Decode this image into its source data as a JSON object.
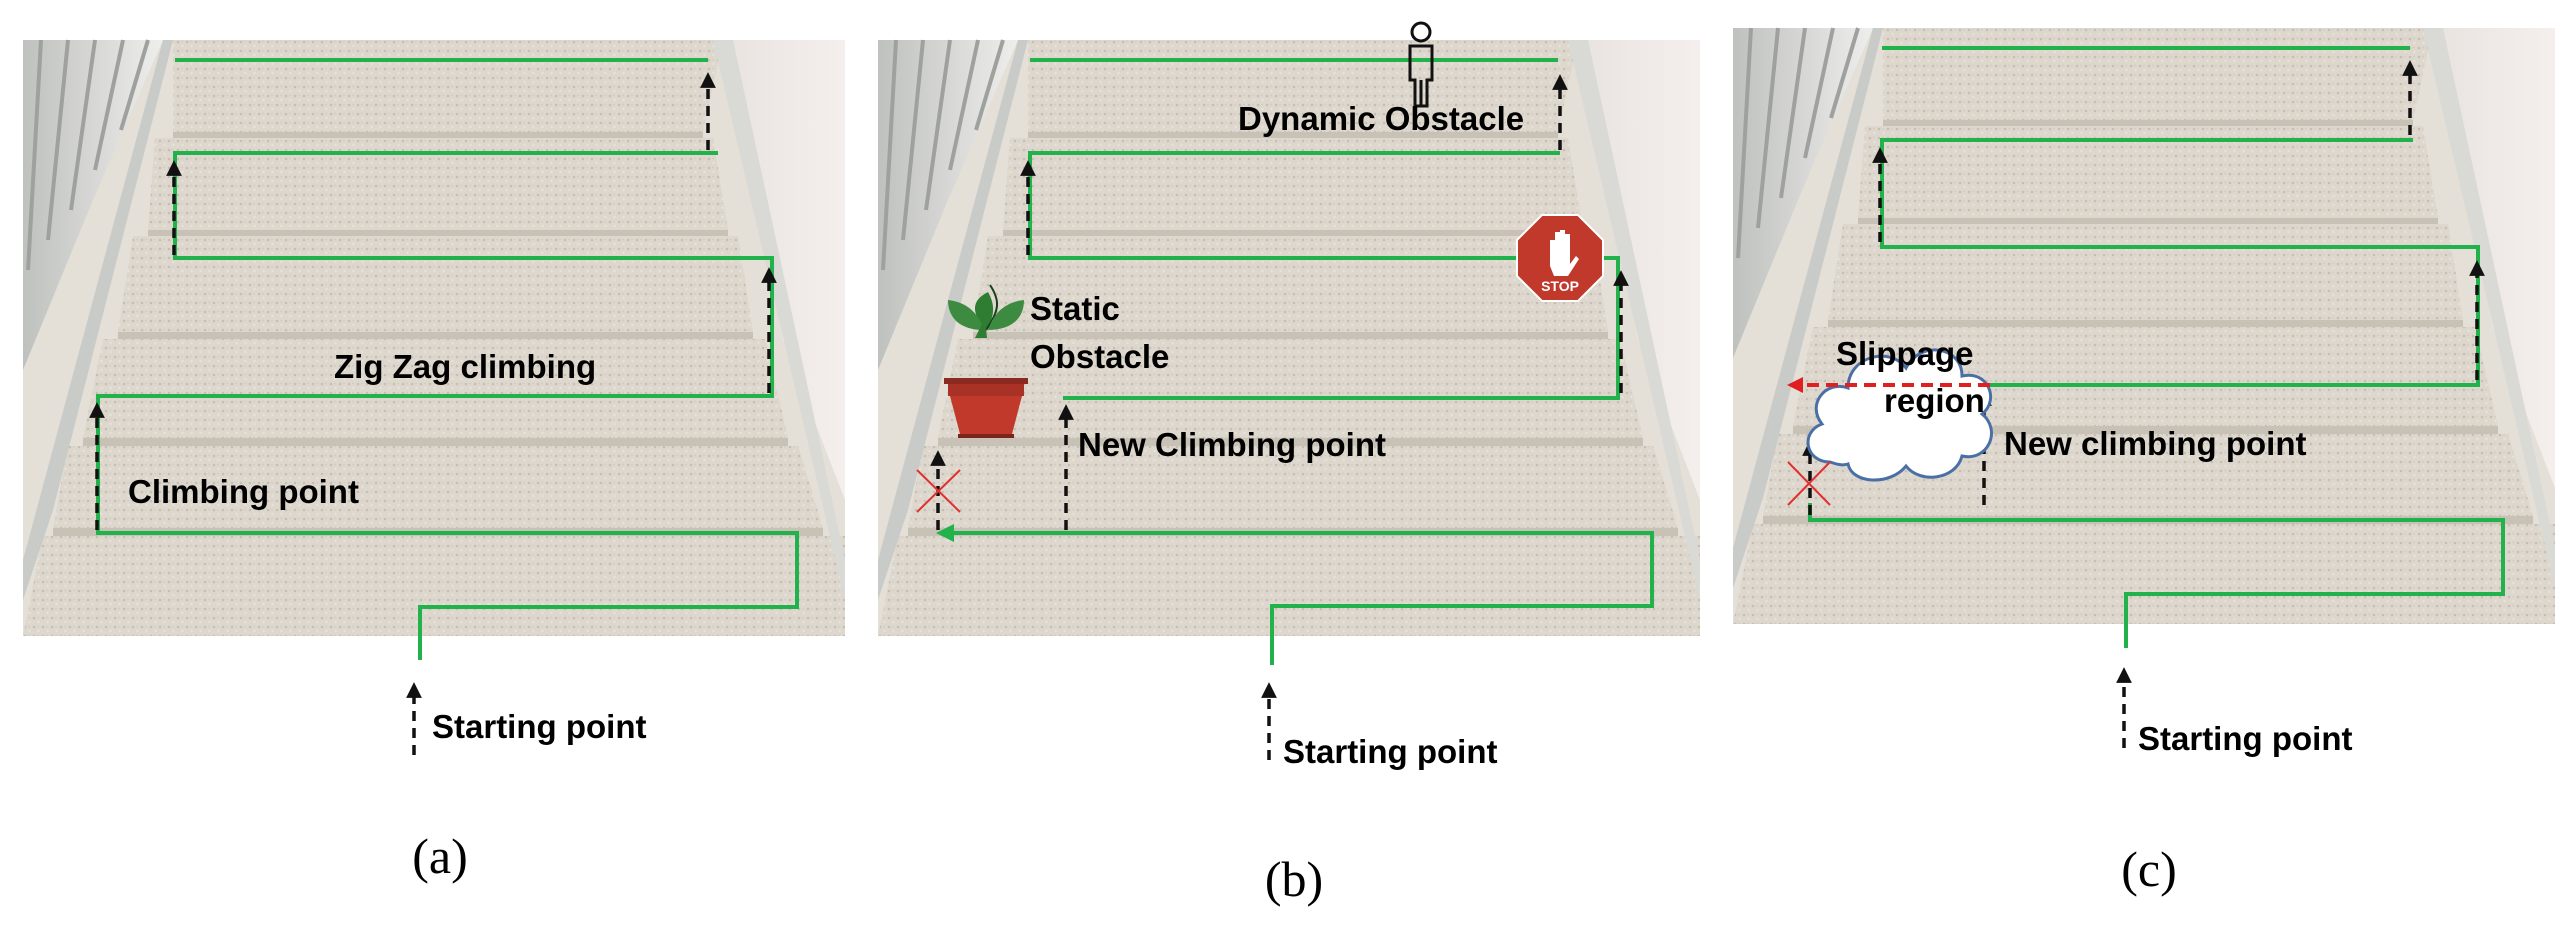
{
  "colors": {
    "path": "#22b24c",
    "arrow": "#111111",
    "slip_arrow": "#e02020",
    "cross": "#e03030",
    "stop_sign": "#c0392b",
    "pot": "#c0392b",
    "leaf": "#2e7d32",
    "cloud_fill": "#ffffff",
    "cloud_stroke": "#4a6fa5"
  },
  "panels": [
    {
      "caption": "(a)",
      "labels": {
        "zigzag": "Zig Zag climbing",
        "climbing": "Climbing point",
        "start": "Starting point"
      }
    },
    {
      "caption": "(b)",
      "labels": {
        "dynamic": "Dynamic  Obstacle",
        "static_1": "Static",
        "static_2": "Obstacle",
        "new_climbing": "New Climbing point",
        "start": "Starting point"
      },
      "icons": {
        "stop_text": "STOP"
      }
    },
    {
      "caption": "(c)",
      "labels": {
        "slippage_1": "Slippage",
        "slippage_2": "region",
        "new_climbing": "New climbing point",
        "start": "Starting point"
      }
    }
  ]
}
